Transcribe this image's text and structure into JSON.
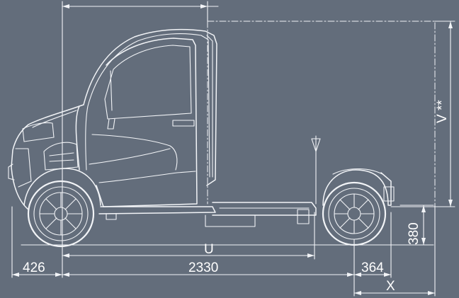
{
  "dimensions": {
    "front_overhang": "426",
    "wheelbase": "2330",
    "rear_to_frame_end": "364",
    "ground_clearance": "380",
    "body_length": "U",
    "rear_overhang": "X",
    "body_height": "V **"
  },
  "colors": {
    "background": "#636d7b",
    "lines": "#f2f4f7"
  }
}
